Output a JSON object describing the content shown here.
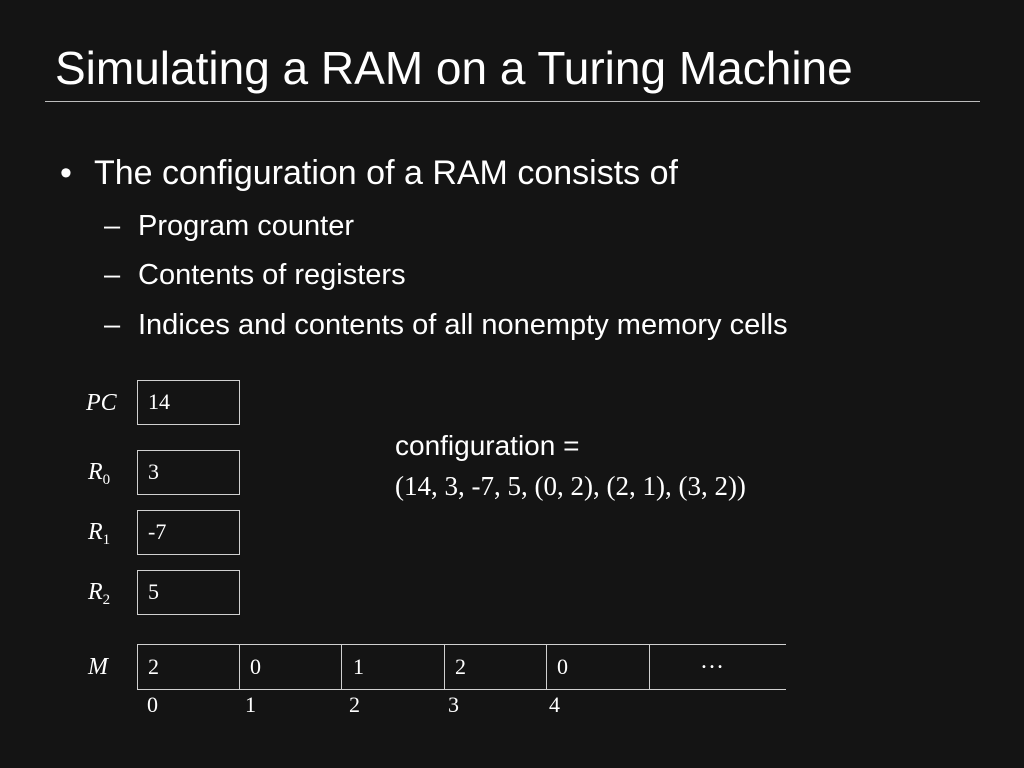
{
  "slide": {
    "title": "Simulating a RAM on a Turing Machine",
    "bullet": {
      "marker": "•",
      "text": "The configuration of a RAM consists of"
    },
    "sub_marker": "–",
    "sub_items": [
      "Program counter",
      "Contents of registers",
      "Indices and contents of all nonempty memory cells"
    ]
  },
  "figure": {
    "pc": {
      "label": "PC",
      "value": "14"
    },
    "registers": [
      {
        "label": "R",
        "sub": "0",
        "value": "3"
      },
      {
        "label": "R",
        "sub": "1",
        "value": "-7"
      },
      {
        "label": "R",
        "sub": "2",
        "value": "5"
      }
    ],
    "memory": {
      "label": "M",
      "cells": [
        "2",
        "0",
        "1",
        "2",
        "0"
      ],
      "ellipsis": "…",
      "indices": [
        "0",
        "1",
        "2",
        "3",
        "4"
      ]
    },
    "configuration": {
      "label": "configuration =",
      "value": "(14, 3, -7, 5, (0, 2), (2, 1), (3, 2))"
    }
  },
  "colors": {
    "background": "#141414",
    "text": "#ffffff",
    "rule": "#bdbdbd"
  }
}
